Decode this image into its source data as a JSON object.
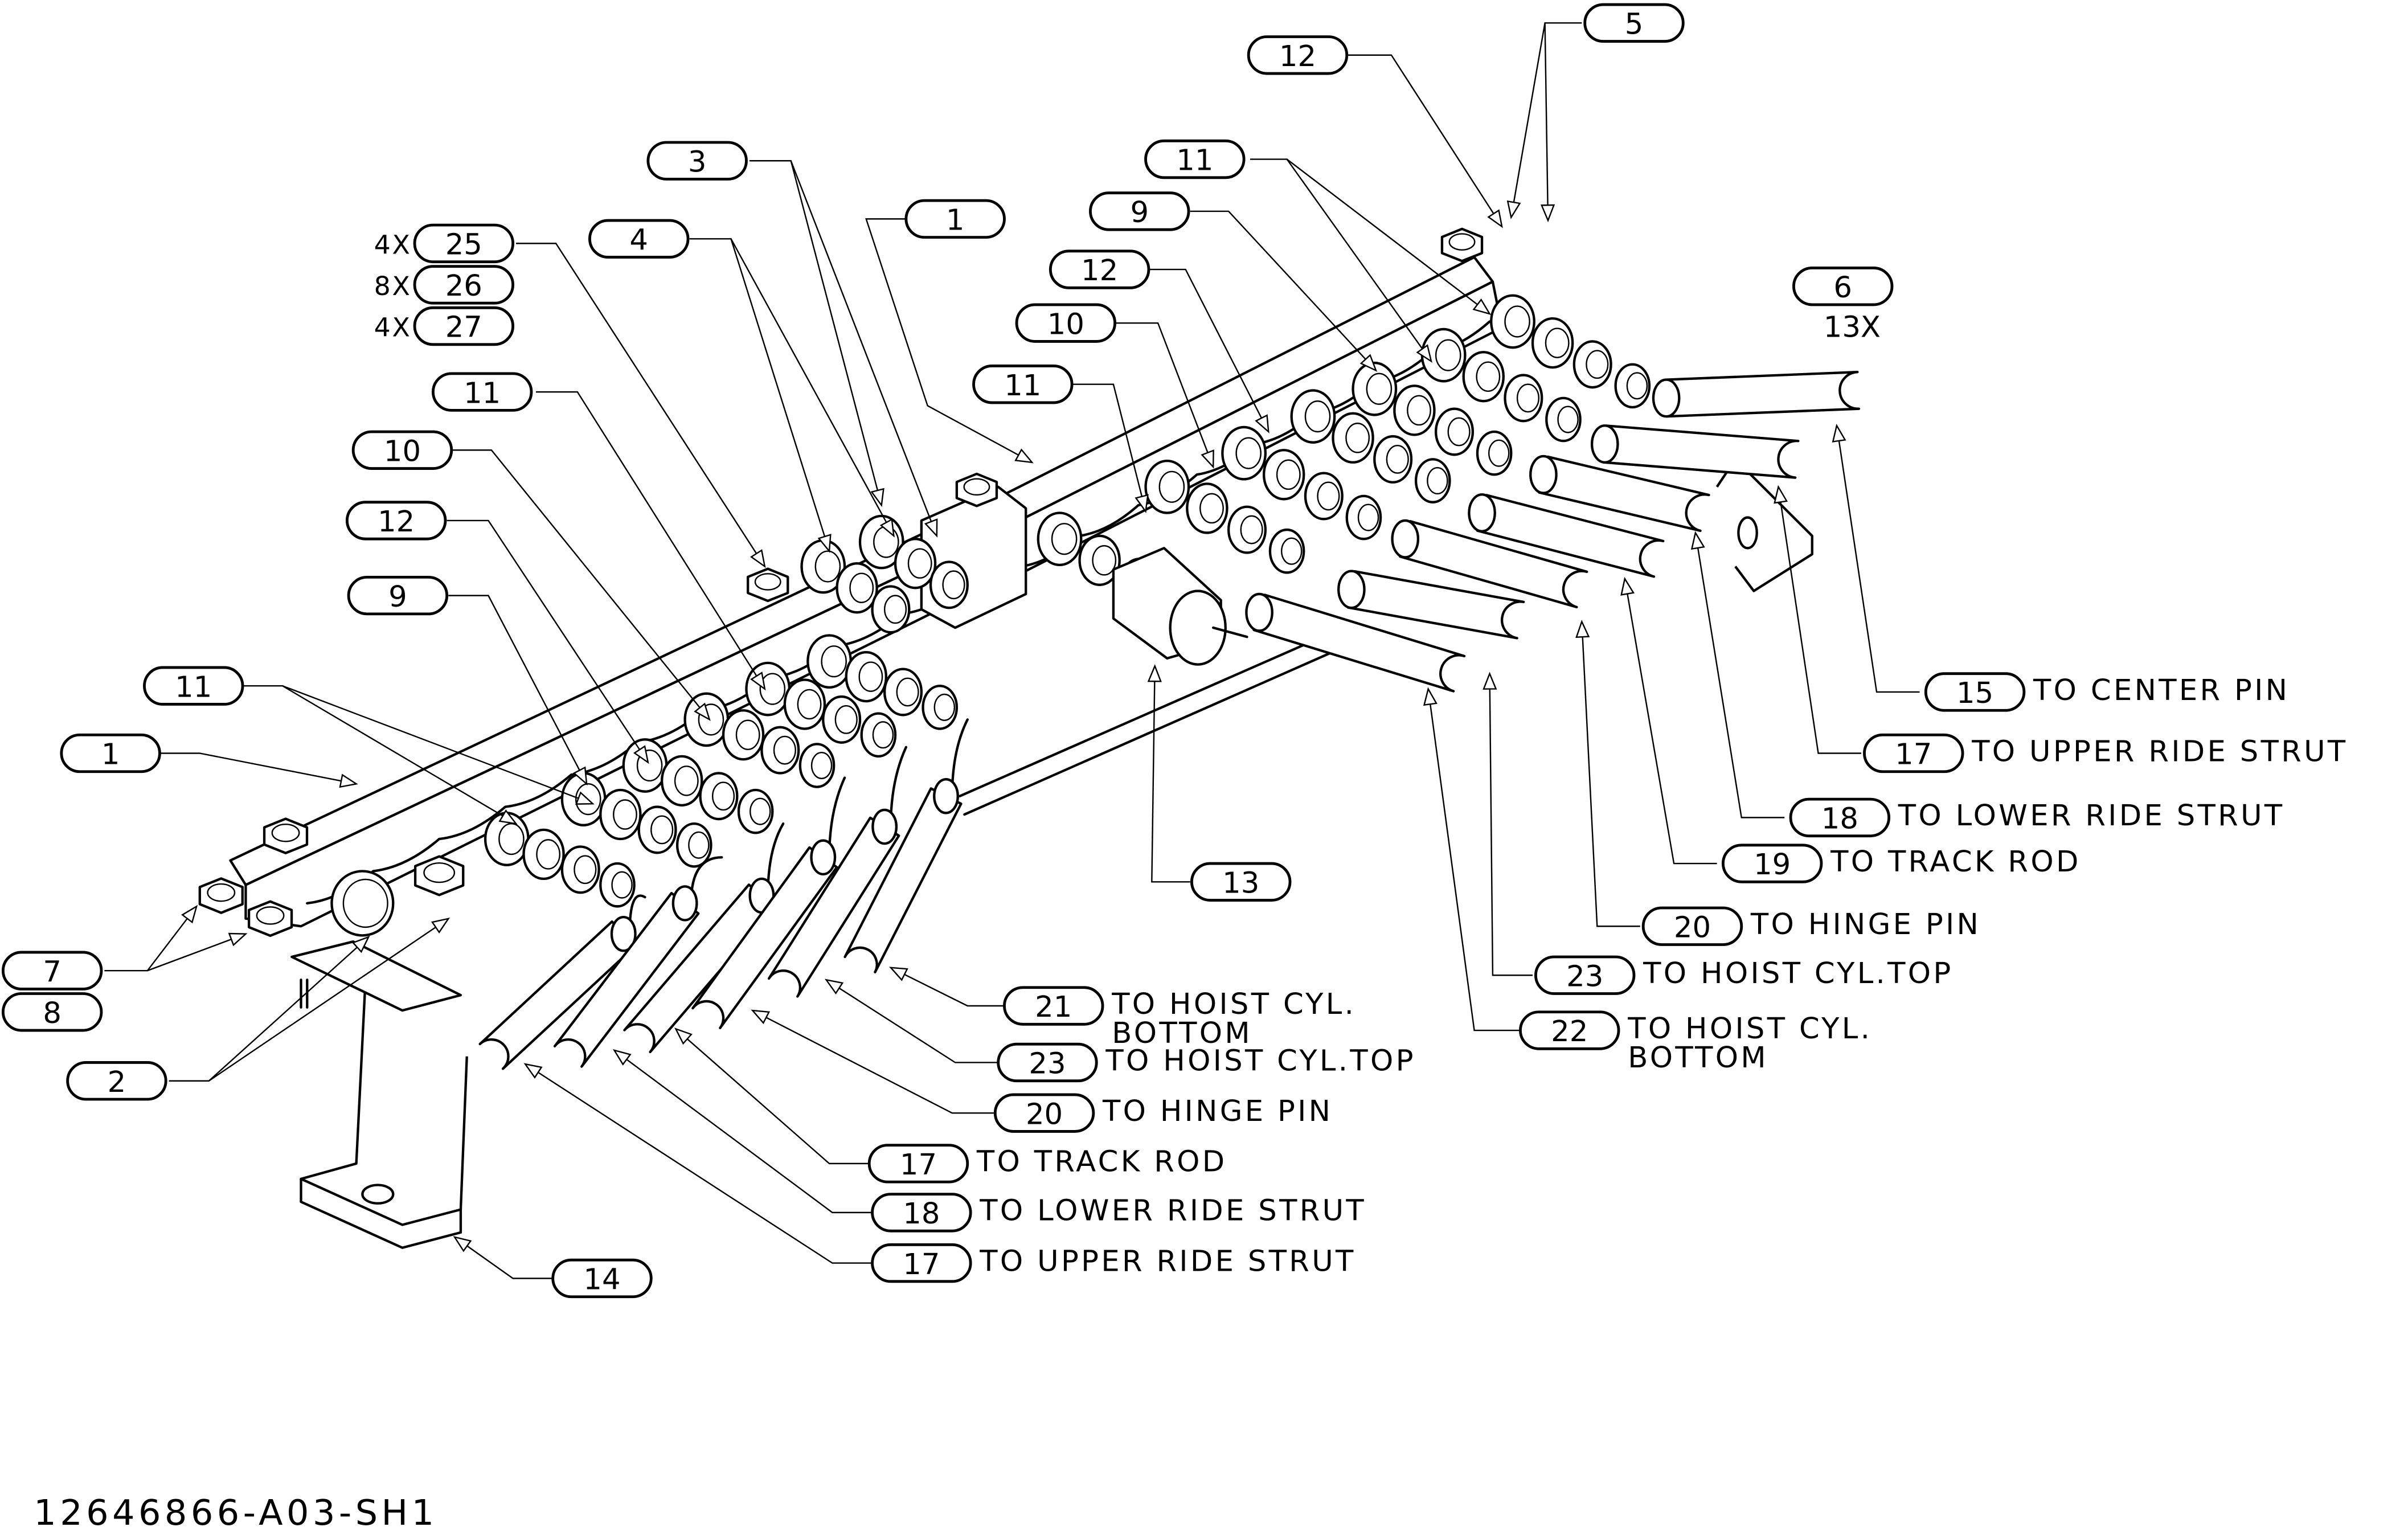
{
  "drawing_number": "12646866-A03-SH1",
  "callouts": [
    {
      "id": "c-12-top",
      "number": "12",
      "label": ""
    },
    {
      "id": "c-5",
      "number": "5",
      "label": ""
    },
    {
      "id": "c-11-top",
      "number": "11",
      "label": ""
    },
    {
      "id": "c-3",
      "number": "3",
      "label": ""
    },
    {
      "id": "c-1-top",
      "number": "1",
      "label": ""
    },
    {
      "id": "c-4",
      "number": "4",
      "label": ""
    },
    {
      "id": "c-25",
      "number": "25",
      "label": "",
      "qty": "4X"
    },
    {
      "id": "c-26",
      "number": "26",
      "label": "",
      "qty": "8X"
    },
    {
      "id": "c-27",
      "number": "27",
      "label": "",
      "qty": "4X"
    },
    {
      "id": "c-9-top",
      "number": "9",
      "label": ""
    },
    {
      "id": "c-12-mid",
      "number": "12",
      "label": ""
    },
    {
      "id": "c-6",
      "number": "6",
      "label": "",
      "note": "13X"
    },
    {
      "id": "c-10-top",
      "number": "10",
      "label": ""
    },
    {
      "id": "c-11-mid",
      "number": "11",
      "label": ""
    },
    {
      "id": "c-11-left",
      "number": "11",
      "label": ""
    },
    {
      "id": "c-10-left",
      "number": "10",
      "label": ""
    },
    {
      "id": "c-12-left",
      "number": "12",
      "label": ""
    },
    {
      "id": "c-9-left",
      "number": "9",
      "label": ""
    },
    {
      "id": "c-11-low",
      "number": "11",
      "label": ""
    },
    {
      "id": "c-1-left",
      "number": "1",
      "label": ""
    },
    {
      "id": "c-15",
      "number": "15",
      "label": "TO CENTER PIN"
    },
    {
      "id": "c-17-r",
      "number": "17",
      "label": "TO UPPER RIDE STRUT"
    },
    {
      "id": "c-18-r",
      "number": "18",
      "label": "TO LOWER RIDE STRUT"
    },
    {
      "id": "c-19",
      "number": "19",
      "label": "TO TRACK ROD"
    },
    {
      "id": "c-20-r",
      "number": "20",
      "label": "TO HINGE PIN"
    },
    {
      "id": "c-23-r",
      "number": "23",
      "label": "TO HOIST CYL.TOP"
    },
    {
      "id": "c-22",
      "number": "22",
      "label": "TO HOIST CYL.",
      "label2": "BOTTOM"
    },
    {
      "id": "c-13",
      "number": "13",
      "label": ""
    },
    {
      "id": "c-7",
      "number": "7",
      "label": ""
    },
    {
      "id": "c-8",
      "number": "8",
      "label": ""
    },
    {
      "id": "c-2",
      "number": "2",
      "label": ""
    },
    {
      "id": "c-21",
      "number": "21",
      "label": "TO HOIST CYL.",
      "label2": "BOTTOM"
    },
    {
      "id": "c-23-l",
      "number": "23",
      "label": "TO HOIST CYL.TOP"
    },
    {
      "id": "c-20-l",
      "number": "20",
      "label": "TO HINGE PIN"
    },
    {
      "id": "c-17-l",
      "number": "17",
      "label": "TO TRACK ROD"
    },
    {
      "id": "c-18-l",
      "number": "18",
      "label": "TO LOWER RIDE STRUT"
    },
    {
      "id": "c-17-b",
      "number": "17",
      "label": "TO UPPER RIDE STRUT"
    },
    {
      "id": "c-14",
      "number": "14",
      "label": ""
    }
  ]
}
